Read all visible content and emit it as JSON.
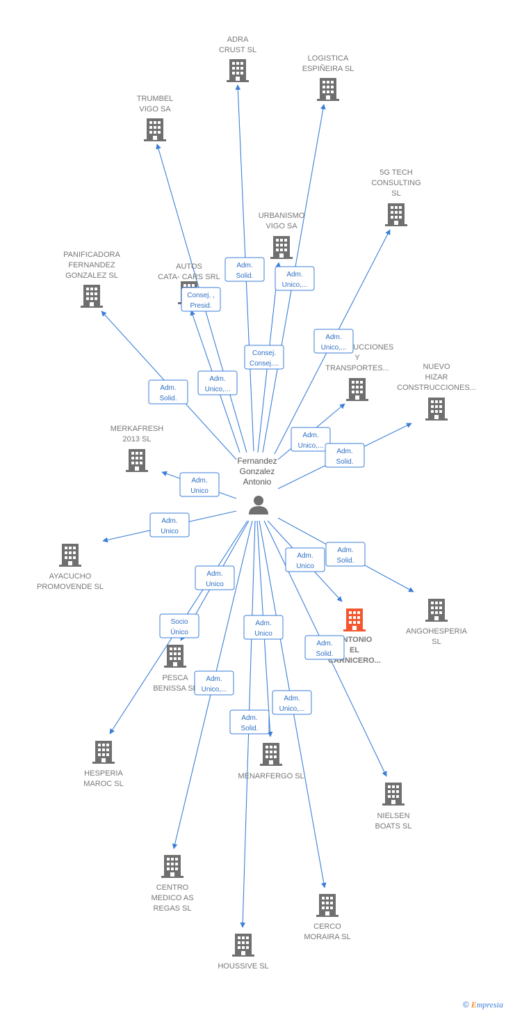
{
  "center": {
    "label": [
      "Fernandez",
      "Gonzalez",
      "Antonio"
    ],
    "icon": "person-icon"
  },
  "colors": {
    "edge": "#3a7ed8",
    "company": "#6f6f6f",
    "highlight": "#f4572e"
  },
  "companies": [
    {
      "id": "adra",
      "label": [
        "ADRA",
        "CRUST SL"
      ]
    },
    {
      "id": "logistica",
      "label": [
        "LOGISTICA",
        "ESPIÑEIRA  SL"
      ]
    },
    {
      "id": "trumbel",
      "label": [
        "TRUMBEL",
        "VIGO SA"
      ]
    },
    {
      "id": "fivegtech",
      "label": [
        "5G TECH",
        "CONSULTING",
        "SL"
      ]
    },
    {
      "id": "urbanismo",
      "label": [
        "URBANISMO",
        "VIGO SA"
      ]
    },
    {
      "id": "panificadora",
      "label": [
        "PANIFICADORA",
        "FERNANDEZ",
        "GONZALEZ SL"
      ]
    },
    {
      "id": "autos",
      "label": [
        "AUTOS",
        "CATA- CARS SRL"
      ]
    },
    {
      "id": "construcciones",
      "label": [
        "CONSTRUCCIONES",
        "Y",
        "TRANSPORTES..."
      ]
    },
    {
      "id": "nuevo",
      "label": [
        "NUEVO",
        "HIZAR",
        "CONSTRUCCIONES..."
      ]
    },
    {
      "id": "merkafresh",
      "label": [
        "MERKAFRESH",
        "2013 SL"
      ]
    },
    {
      "id": "ayacucho",
      "label": [
        "AYACUCHO",
        "PROMOVENDE SL"
      ]
    },
    {
      "id": "angohesperia",
      "label": [
        "ANGOHESPERIA",
        "SL"
      ]
    },
    {
      "id": "antonio",
      "label": [
        "ANTONIO",
        "EL",
        "CARNICERO..."
      ],
      "highlight": true
    },
    {
      "id": "pesca",
      "label": [
        "PESCA",
        "BENISSA  SL"
      ]
    },
    {
      "id": "hesperia",
      "label": [
        "HESPERIA",
        "MAROC  SL"
      ]
    },
    {
      "id": "menarfergo",
      "label": [
        "MENARFERGO SL"
      ]
    },
    {
      "id": "nielsen",
      "label": [
        "NIELSEN",
        "BOATS SL"
      ]
    },
    {
      "id": "centro",
      "label": [
        "CENTRO",
        "MEDICO AS",
        "REGAS SL"
      ]
    },
    {
      "id": "cerco",
      "label": [
        "CERCO",
        "MORAIRA  SL"
      ]
    },
    {
      "id": "houssive",
      "label": [
        "HOUSSIVE  SL"
      ]
    }
  ],
  "relations": [
    {
      "to": "adra",
      "role": [
        "Adm.",
        "Solid."
      ]
    },
    {
      "to": "urbanismo",
      "role": [
        "Adm.",
        "Unico,..."
      ]
    },
    {
      "to": "autos",
      "role": [
        "Consej. ,",
        "Presid."
      ]
    },
    {
      "to": "logistica",
      "role": [
        "Consej.",
        "Consej...."
      ]
    },
    {
      "to": "fivegtech",
      "role": [
        "Adm.",
        "Unico,..."
      ]
    },
    {
      "to": "trumbel",
      "role": [
        "Adm.",
        "Unico,..."
      ]
    },
    {
      "to": "panificadora",
      "role": [
        "Adm.",
        "Solid."
      ]
    },
    {
      "to": "construcciones",
      "role": [
        "Adm.",
        "Unico,..."
      ]
    },
    {
      "to": "nuevo",
      "role": [
        "Adm.",
        "Solid."
      ]
    },
    {
      "to": "merkafresh",
      "role": [
        "Adm.",
        "Unico"
      ]
    },
    {
      "to": "ayacucho",
      "role": [
        "Adm.",
        "Unico"
      ]
    },
    {
      "to": "angohesperia",
      "role": [
        "Adm.",
        "Solid."
      ]
    },
    {
      "to": "antonio",
      "role": [
        "Adm.",
        "Unico"
      ]
    },
    {
      "to": "pesca",
      "role": [
        "Adm.",
        "Unico"
      ]
    },
    {
      "to": "hesperia",
      "role": [
        "Socio",
        "Único"
      ]
    },
    {
      "to": "menarfergo",
      "role": [
        "Adm.",
        "Unico"
      ]
    },
    {
      "to": "nielsen",
      "role": [
        "Adm.",
        "Solid."
      ]
    },
    {
      "to": "centro",
      "role": [
        "Adm.",
        "Unico,..."
      ]
    },
    {
      "to": "houssive",
      "role": [
        "Adm.",
        "Solid."
      ]
    },
    {
      "to": "cerco",
      "role": [
        "Adm.",
        "Unico,..."
      ]
    }
  ],
  "footer": {
    "copyright": "©",
    "brand_initial": "E",
    "brand_rest": "mpresia"
  }
}
